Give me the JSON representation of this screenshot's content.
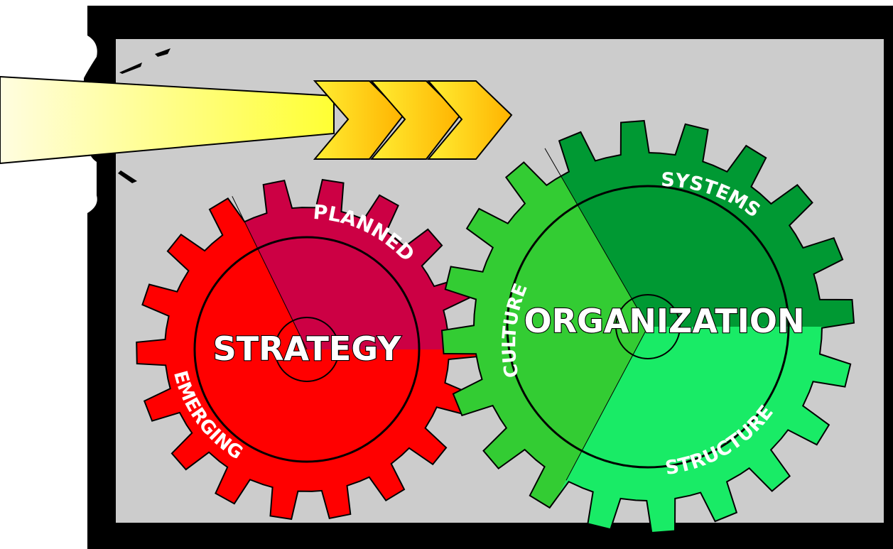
{
  "diagram": {
    "strategy": {
      "title": "STRATEGY",
      "labels": {
        "planned": "PLANNED",
        "emerging": "EMERGING"
      },
      "colors": {
        "planned": "#cc0044",
        "emerging": "#ff0000"
      }
    },
    "organization": {
      "title": "ORGANIZATION",
      "labels": {
        "systems": "SYSTEMS",
        "culture": "CULTURE",
        "structure": "STRUCTURE"
      },
      "colors": {
        "systems": "#009933",
        "culture": "#33cc33",
        "structure": "#19eb66"
      }
    },
    "colors": {
      "frame": "#000000",
      "panel": "#cccccc",
      "arrow_light": "#fffde0",
      "arrow_mid": "#ffff33",
      "chevron_light": "#ffee33",
      "chevron_dark": "#ffb300"
    }
  }
}
